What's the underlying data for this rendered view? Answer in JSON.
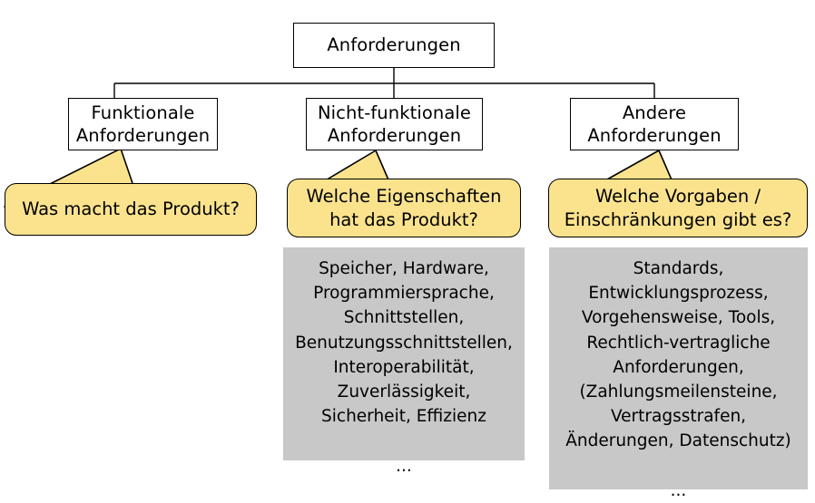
{
  "diagram": {
    "title": "Anforderungen",
    "nodes": {
      "root": {
        "label": "Anforderungen"
      },
      "functional": {
        "label": "Funktionale\nAnforderungen"
      },
      "nonfunctional": {
        "label": "Nicht-funktionale\nAnforderungen"
      },
      "other": {
        "label": "Andere\nAnforderungen"
      }
    },
    "callouts": {
      "functional": {
        "text": "Was macht das Produkt?"
      },
      "nonfunctional": {
        "text": "Welche Eigenschaften\nhat das Produkt?"
      },
      "other": {
        "text": "Welche Vorgaben /\nEinschränkungen gibt es?"
      }
    },
    "details": {
      "nonfunctional": {
        "text": "Speicher, Hardware,\nProgrammiersprache,\nSchnittstellen,\nBenutzungsschnittstellen,\nInteroperabilität,\nZuverlässigkeit,\nSicherheit, Effizienz\n\n..."
      },
      "other": {
        "text": "Standards,\nEntwicklungsprozess,\nVorgehensweise, Tools,\nRechtlich-vertragliche\nAnforderungen,\n(Zahlungsmeilensteine,\nVertragsstrafen,\nÄnderungen, Datenschutz)\n\n..."
      }
    },
    "colors": {
      "callout_fill": "#fbe38e",
      "detail_fill": "#c8c8c8",
      "node_stroke": "#000000",
      "node_fill": "#ffffff"
    }
  }
}
